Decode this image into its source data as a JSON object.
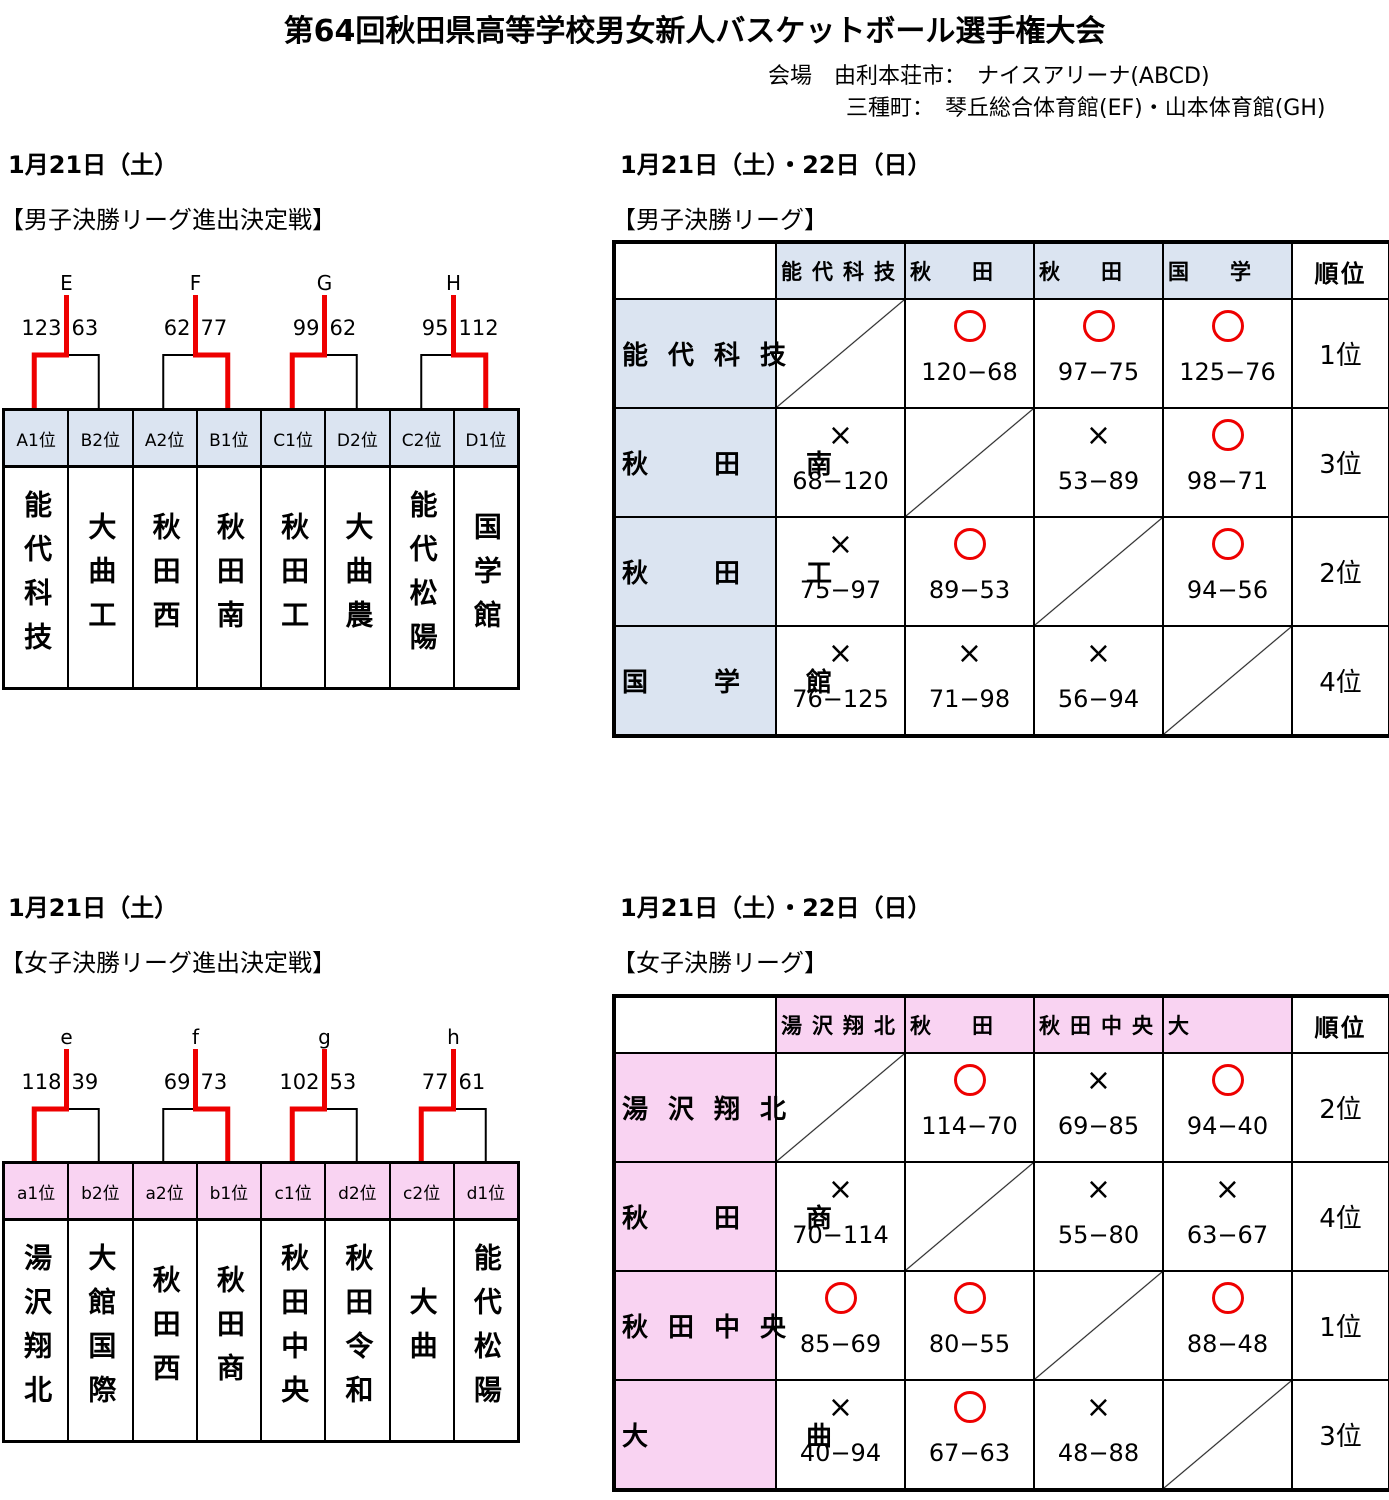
{
  "title": "第64回秋田県高等学校男女新人バスケットボール選手権大会",
  "venue": {
    "line1": "会場　由利本荘市：　ナイスアリーナ(ABCD)",
    "line2": "三種町：　琴丘総合体育館(EF)・山本体育館(GH)"
  },
  "boys": {
    "bracket_date": "1月21日（土）",
    "bracket_title": "【男子決勝リーグ進出決定戦】",
    "games": [
      {
        "label": "E",
        "left": "123",
        "right": "63",
        "winner": "left"
      },
      {
        "label": "F",
        "left": "62",
        "right": "77",
        "winner": "right"
      },
      {
        "label": "G",
        "left": "99",
        "right": "62",
        "winner": "left"
      },
      {
        "label": "H",
        "left": "95",
        "right": "112",
        "winner": "right"
      }
    ],
    "seeds": [
      "A1位",
      "B2位",
      "A2位",
      "B1位",
      "C1位",
      "D2位",
      "C2位",
      "D1位"
    ],
    "teams": [
      "能代科技",
      "大曲工",
      "秋田西",
      "秋田南",
      "秋田工",
      "大曲農",
      "能代松陽",
      "国学館"
    ],
    "league_date": "1月21日（土）・22日（日）",
    "league_title": "【男子決勝リーグ】",
    "rank_header": "順位",
    "columns": [
      "能代科技",
      "秋　田　南",
      "秋　田　工",
      "国　学　館"
    ],
    "rows": [
      {
        "name": "能代科技",
        "rank": "1位",
        "results": [
          null,
          {
            "mark": "o",
            "score": "120−68"
          },
          {
            "mark": "o",
            "score": "97−75"
          },
          {
            "mark": "o",
            "score": "125−76"
          }
        ]
      },
      {
        "name": "秋　田　南",
        "rank": "3位",
        "results": [
          {
            "mark": "x",
            "score": "68−120"
          },
          null,
          {
            "mark": "x",
            "score": "53−89"
          },
          {
            "mark": "o",
            "score": "98−71"
          }
        ]
      },
      {
        "name": "秋　田　工",
        "rank": "2位",
        "results": [
          {
            "mark": "x",
            "score": "75−97"
          },
          {
            "mark": "o",
            "score": "89−53"
          },
          null,
          {
            "mark": "o",
            "score": "94−56"
          }
        ]
      },
      {
        "name": "国　学　館",
        "rank": "4位",
        "results": [
          {
            "mark": "x",
            "score": "76−125"
          },
          {
            "mark": "x",
            "score": "71−98"
          },
          {
            "mark": "x",
            "score": "56−94"
          },
          null
        ]
      }
    ]
  },
  "girls": {
    "bracket_date": "1月21日（土）",
    "bracket_title": "【女子決勝リーグ進出決定戦】",
    "games": [
      {
        "label": "e",
        "left": "118",
        "right": "39",
        "winner": "left"
      },
      {
        "label": "f",
        "left": "69",
        "right": "73",
        "winner": "right"
      },
      {
        "label": "g",
        "left": "102",
        "right": "53",
        "winner": "left"
      },
      {
        "label": "h",
        "left": "77",
        "right": "61",
        "winner": "left"
      }
    ],
    "seeds": [
      "a1位",
      "b2位",
      "a2位",
      "b1位",
      "c1位",
      "d2位",
      "c2位",
      "d1位"
    ],
    "teams": [
      "湯沢翔北",
      "大館国際",
      "秋田西",
      "秋田商",
      "秋田中央",
      "秋田令和",
      "大曲",
      "能代松陽"
    ],
    "league_date": "1月21日（土）・22日（日）",
    "league_title": "【女子決勝リーグ】",
    "rank_header": "順位",
    "columns": [
      "湯沢翔北",
      "秋　田　商",
      "秋田中央",
      "大　　　曲"
    ],
    "rows": [
      {
        "name": "湯沢翔北",
        "rank": "2位",
        "results": [
          null,
          {
            "mark": "o",
            "score": "114−70"
          },
          {
            "mark": "x",
            "score": "69−85"
          },
          {
            "mark": "o",
            "score": "94−40"
          }
        ]
      },
      {
        "name": "秋　田　商",
        "rank": "4位",
        "results": [
          {
            "mark": "x",
            "score": "70−114"
          },
          null,
          {
            "mark": "x",
            "score": "55−80"
          },
          {
            "mark": "x",
            "score": "63−67"
          }
        ]
      },
      {
        "name": "秋田中央",
        "rank": "1位",
        "results": [
          {
            "mark": "o",
            "score": "85−69"
          },
          {
            "mark": "o",
            "score": "80−55"
          },
          null,
          {
            "mark": "o",
            "score": "88−48"
          }
        ]
      },
      {
        "name": "大　　　曲",
        "rank": "3位",
        "results": [
          {
            "mark": "x",
            "score": "40−94"
          },
          {
            "mark": "o",
            "score": "67−63"
          },
          {
            "mark": "x",
            "score": "48−88"
          },
          null
        ]
      }
    ]
  }
}
